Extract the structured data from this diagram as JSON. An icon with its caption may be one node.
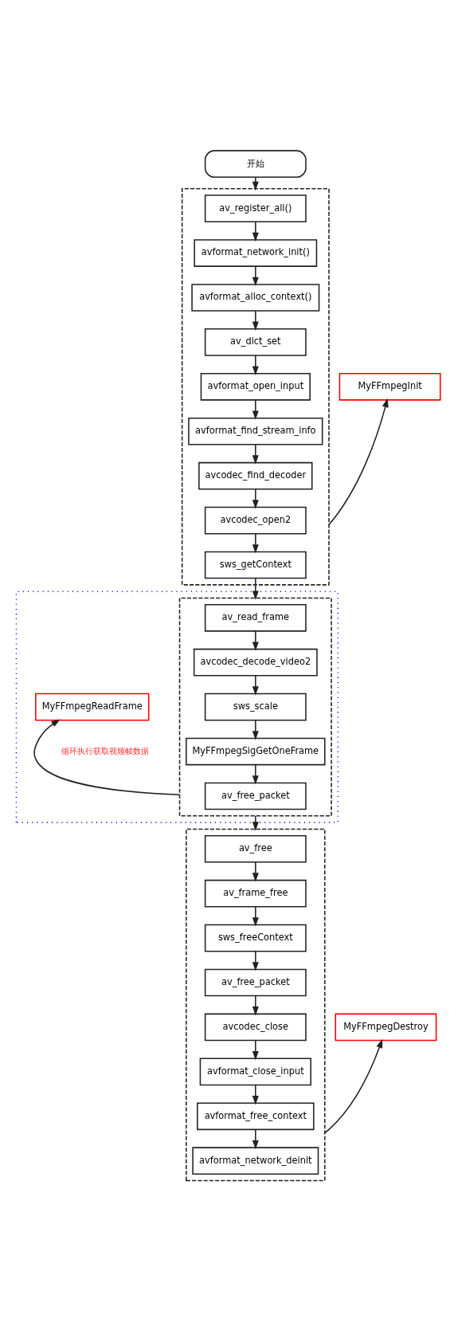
{
  "diagram": {
    "nodes": [
      {
        "text": [
          "开始"
        ]
      },
      {
        "text": [],
        "shape": "box"
      },
      {
        "text": [
          "av_register_all()"
        ],
        "in": 1
      },
      {
        "text": [
          "avformat_network_init()"
        ],
        "in": 1
      },
      {
        "text": [
          "avformat_alloc_context()"
        ],
        "in": 1
      },
      {
        "text": [
          "av_dict_set"
        ],
        "in": 1
      },
      {
        "text": [
          "avformat_open_input"
        ],
        "in": 1
      },
      {
        "text": [
          "avformat_find_stream_info"
        ],
        "in": 1
      },
      {
        "text": [
          "avcodec_find_decoder"
        ],
        "in": 1
      },
      {
        "text": [
          "avcodec_open2"
        ],
        "in": 1
      },
      {
        "text": [
          "sws_getContext"
        ],
        "in": 1
      },
      {
        "text": [
          "MyFFmpegInit"
        ]
      },
      {
        "text": [],
        "shape": "box"
      },
      {
        "text": [],
        "shape": "box",
        "in": 12
      },
      {
        "text": [
          "av_read_frame"
        ],
        "in": 13
      },
      {
        "text": [
          "avcodec_decode_video2"
        ],
        "in": 13
      },
      {
        "text": [
          "sws_scale"
        ],
        "in": 13
      },
      {
        "text": [
          "MyFFmpegSigGetOneFrame"
        ],
        "in": 13
      },
      {
        "text": [
          "av_free_packet"
        ],
        "in": 13
      },
      {
        "text": [
          "MyFFmpegReadFrame"
        ],
        "in": 12
      },
      {
        "text": [],
        "shape": "box"
      },
      {
        "text": [
          "av_free"
        ],
        "in": 20
      },
      {
        "text": [
          "av_frame_free"
        ],
        "in": 20
      },
      {
        "text": [
          "sws_freeContext"
        ],
        "in": 20
      },
      {
        "text": [
          "av_free_packet"
        ],
        "in": 20
      },
      {
        "text": [
          "avcodec_close"
        ],
        "in": 20
      },
      {
        "text": [
          "avformat_close_input"
        ],
        "in": 20
      },
      {
        "text": [
          "avformat_free_context"
        ],
        "in": 20
      },
      {
        "text": [
          "avformat_network_deinit"
        ],
        "in": 20
      },
      {
        "text": [
          "MyFFmpegDestroy"
        ]
      }
    ],
    "edges": [
      {
        "from": 0,
        "to": 1,
        "arrow": "to"
      },
      {
        "from": 2,
        "to": 3,
        "arrow": "to"
      },
      {
        "from": 3,
        "to": 4,
        "arrow": "to"
      },
      {
        "from": 4,
        "to": 5,
        "arrow": "to"
      },
      {
        "from": 5,
        "to": 6,
        "arrow": "to"
      },
      {
        "from": 6,
        "to": 7,
        "arrow": "to"
      },
      {
        "from": 7,
        "to": 8,
        "arrow": "to"
      },
      {
        "from": 8,
        "to": 9,
        "arrow": "to"
      },
      {
        "from": 9,
        "to": 10,
        "arrow": "to"
      },
      {
        "from": 1,
        "to": 11,
        "arrow": "to"
      },
      {
        "from": 10,
        "to": 13,
        "arrow": "to"
      },
      {
        "from": 14,
        "to": 15,
        "arrow": "to"
      },
      {
        "from": 15,
        "to": 16,
        "arrow": "to"
      },
      {
        "from": 16,
        "to": 17,
        "arrow": "to"
      },
      {
        "from": 17,
        "to": 18,
        "arrow": "to"
      },
      {
        "from": 13,
        "to": 19,
        "arrow": "to"
      },
      {
        "from": 13,
        "to": 20,
        "arrow": "to"
      },
      {
        "from": 21,
        "to": 22,
        "arrow": "to"
      },
      {
        "from": 22,
        "to": 23,
        "arrow": "to"
      },
      {
        "from": 23,
        "to": 24,
        "arrow": "to"
      },
      {
        "from": 24,
        "to": 25,
        "arrow": "to"
      },
      {
        "from": 25,
        "to": 26,
        "arrow": "to"
      },
      {
        "from": 26,
        "to": 27,
        "arrow": "to"
      },
      {
        "from": 27,
        "to": 28,
        "arrow": "to"
      },
      {
        "from": 20,
        "to": 29,
        "arrow": "to"
      }
    ],
    "labels": [
      "循环执行获取视频帧数据"
    ]
  }
}
